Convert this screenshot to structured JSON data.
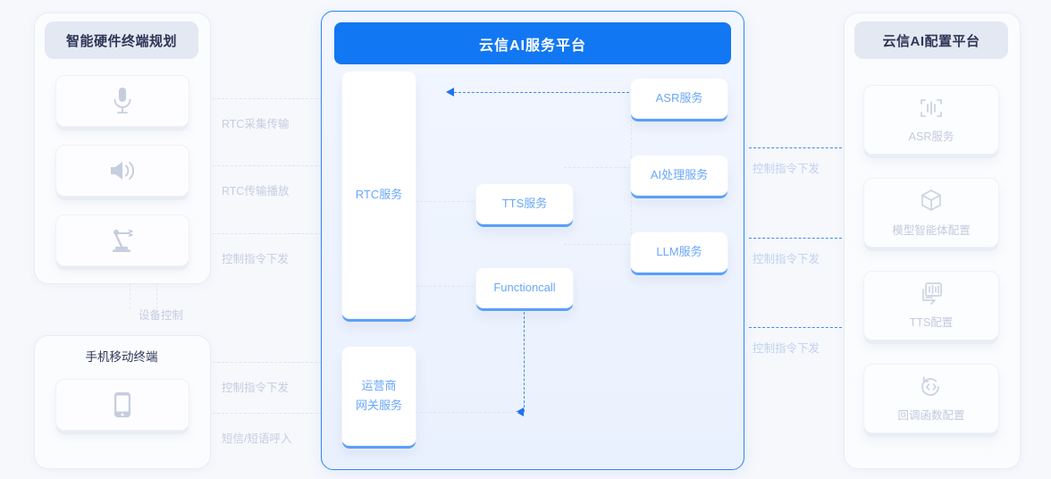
{
  "left_panel": {
    "title": "智能硬件终端规划",
    "devices": [
      {
        "icon": "microphone-icon",
        "name": "microphone"
      },
      {
        "icon": "speaker-icon",
        "name": "speaker"
      },
      {
        "icon": "robot-arm-icon",
        "name": "robot-arm"
      }
    ]
  },
  "mobile_panel": {
    "title": "手机移动终端",
    "devices": [
      {
        "icon": "mobile-phone-icon",
        "name": "mobile-phone"
      }
    ]
  },
  "left_connectors": [
    {
      "label": "RTC采集传输"
    },
    {
      "label": "RTC传输播放"
    },
    {
      "label": "控制指令下发"
    },
    {
      "label": "设备控制"
    },
    {
      "label": "控制指令下发"
    },
    {
      "label": "短信/短语呼入"
    }
  ],
  "center_panel": {
    "title": "云信AI服务平台",
    "accent_color": "#1277f2",
    "services_left": [
      {
        "label": "RTC服务"
      },
      {
        "label": "运营商\n网关服务",
        "line1": "运营商",
        "line2": "网关服务"
      }
    ],
    "services_mid": [
      {
        "label": "TTS服务"
      },
      {
        "label": "Functioncall"
      }
    ],
    "services_right": [
      {
        "label": "ASR服务"
      },
      {
        "label": "AI处理服务"
      },
      {
        "label": "LLM服务"
      }
    ]
  },
  "right_connectors": [
    {
      "label": "控制指令下发"
    },
    {
      "label": "控制指令下发"
    },
    {
      "label": "控制指令下发"
    }
  ],
  "right_panel": {
    "title": "云信AI配置平台",
    "cards": [
      {
        "label": "ASR服务",
        "icon": "waveform-brackets-icon"
      },
      {
        "label": "模型智能体配置",
        "icon": "cube-icon"
      },
      {
        "label": "TTS配置",
        "icon": "speech-document-icon"
      },
      {
        "label": "回调函数配置",
        "icon": "code-refresh-icon"
      }
    ]
  }
}
